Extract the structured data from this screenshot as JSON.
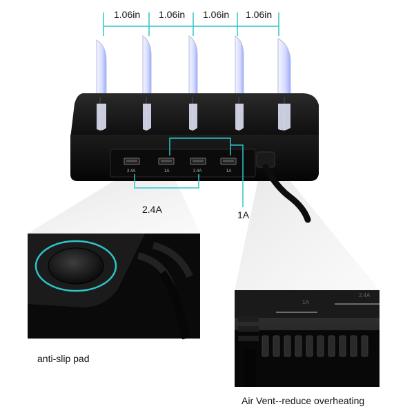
{
  "dimensions": {
    "spacing_labels": [
      "1.06in",
      "1.06in",
      "1.06in",
      "1.06in"
    ]
  },
  "ports": {
    "group_labels": {
      "high": "2.4A",
      "low": "1A"
    },
    "port_tags": [
      "2.4A",
      "1A",
      "2.4A",
      "1A"
    ]
  },
  "callouts": {
    "pad": "anti-slip pad",
    "vent": "Air Vent--reduce overheating"
  },
  "vent_marks": [
    "1A",
    "2.4A"
  ],
  "colors": {
    "accent": "#2ec4c9",
    "device_body": "#161616",
    "divider_glow": "#8a9cff"
  }
}
